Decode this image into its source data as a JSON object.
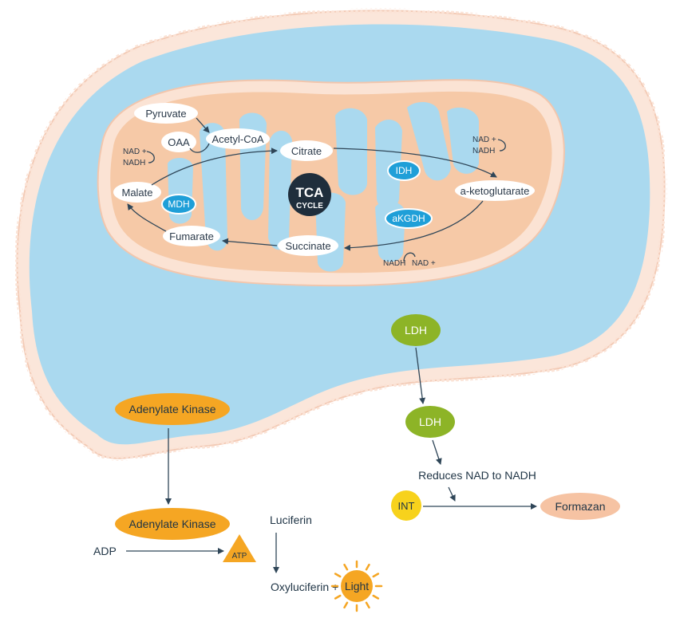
{
  "mitochondrion": {
    "pyruvate": "Pyruvate",
    "oaa": "OAA",
    "acetyl_coa": "Acetyl-CoA",
    "citrate": "Citrate",
    "malate": "Malate",
    "fumarate": "Fumarate",
    "succinate": "Succinate",
    "a_ketoglutarate": "a-ketoglutarate",
    "tca_line1": "TCA",
    "tca_line2": "CYCLE",
    "idh": "IDH",
    "mdh": "MDH",
    "akgdh": "aKGDH",
    "nad_plus": "NAD +",
    "nadh": "NADH"
  },
  "ldh": {
    "inside": "LDH",
    "outside": "LDH",
    "reduces": "Reduces NAD to NADH",
    "int": "INT",
    "formazan": "Formazan"
  },
  "adenylate": {
    "inside": "Adenylate Kinase",
    "outside": "Adenylate Kinase",
    "adp": "ADP",
    "atp": "ATP",
    "luciferin": "Luciferin",
    "oxyluciferin": "Oxyluciferin +",
    "light": "Light"
  },
  "colors": {
    "cytoplasm": "#aad9ef",
    "membrane": "#f8d9c8",
    "matrix": "#f6c9a7",
    "enzyme_blue": "#1f9fd8",
    "ldh_green": "#8db427",
    "adenylate_orange": "#f5a623",
    "int_yellow": "#f7d21c",
    "formazan_peach": "#f6c3a3",
    "tca_dark": "#1f2e3c"
  }
}
